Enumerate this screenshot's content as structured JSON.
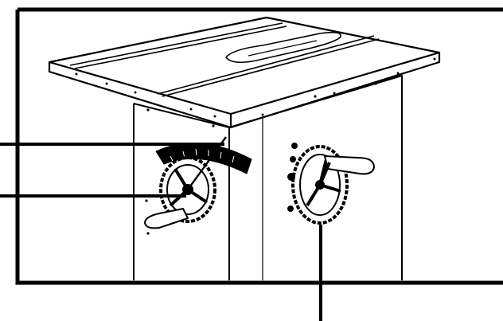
{
  "figure": {
    "subject": "table-saw-cabinet-with-handwheels",
    "callout_count": 3,
    "callouts": [
      {
        "target": "blade-tilt-lock-lever",
        "label": ""
      },
      {
        "target": "blade-tilt-handwheel-hub",
        "label": ""
      },
      {
        "target": "blade-height-handwheel",
        "label": ""
      }
    ]
  },
  "colors": {
    "ink": "#000000",
    "background": "#ffffff"
  },
  "icons": [
    "crank-handle-icon",
    "handwheel-icon",
    "tilt-scale-icon"
  ]
}
